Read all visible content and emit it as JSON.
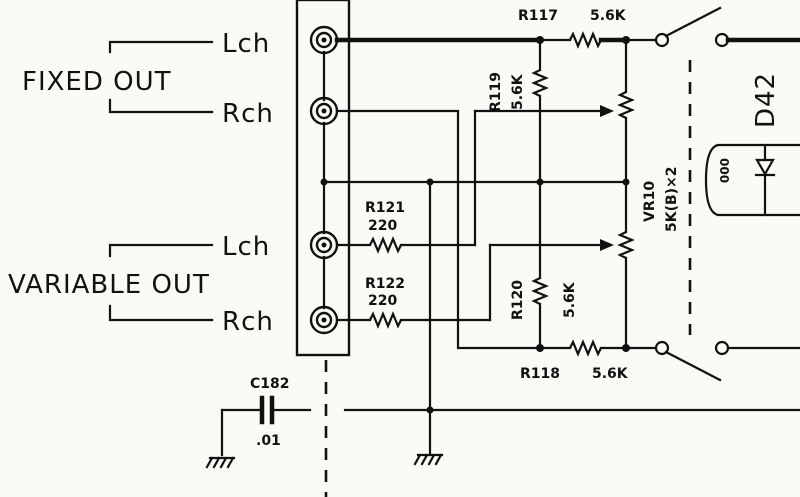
{
  "labels": {
    "fixed_out": "FIXED OUT",
    "variable_out": "VARIABLE OUT",
    "lch": "Lch",
    "rch": "Rch"
  },
  "components": {
    "r117": {
      "ref": "R117",
      "value": "5.6K"
    },
    "r118": {
      "ref": "R118",
      "value": "5.6K"
    },
    "r119": {
      "ref": "R119",
      "value": "5.6K"
    },
    "r120": {
      "ref": "R120",
      "value": "5.6K"
    },
    "r121": {
      "ref": "R121",
      "value": "220"
    },
    "r122": {
      "ref": "R122",
      "value": "220"
    },
    "c182": {
      "ref": "C182",
      "value": ".01"
    },
    "vr10": {
      "ref": "VR10",
      "value": "5K(B)×2"
    },
    "d42": {
      "ref": "D42"
    },
    "coil": {
      "text": "000"
    }
  }
}
